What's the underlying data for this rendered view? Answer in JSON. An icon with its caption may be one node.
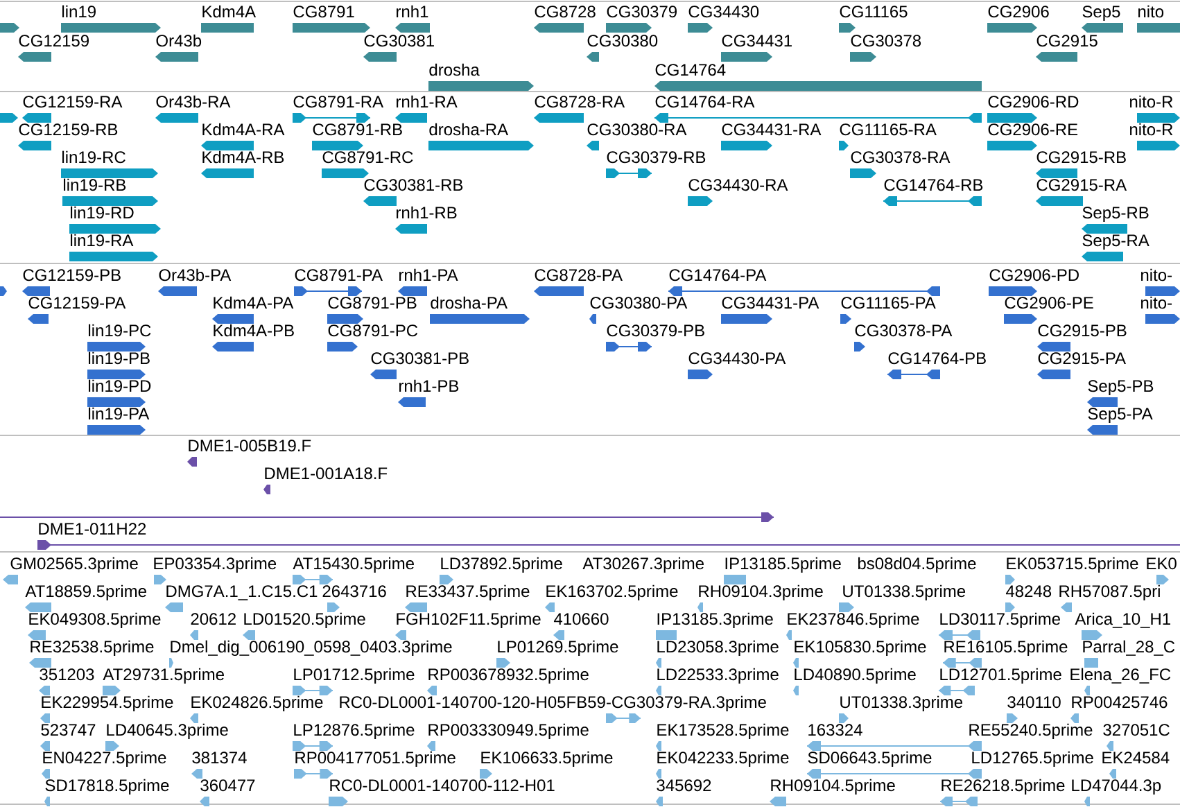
{
  "diagram": {
    "labels": [
      "lin19",
      "Kdm4A",
      "CG8791",
      "rnh1",
      "CG8728",
      "CG30379",
      "CG34430",
      "CG11165",
      "CG2906",
      "Sep5",
      "nito",
      "CG12159",
      "Or43b",
      "CG30381",
      "CG30380",
      "CG34431",
      "CG30378",
      "CG2915",
      "drosha",
      "CG14764",
      "CG12159-RA",
      "Or43b-RA",
      "CG8791-RA",
      "rnh1-RA",
      "CG8728-RA",
      "CG14764-RA",
      "CG2906-RD",
      "nito-R",
      "CG12159-RB",
      "Kdm4A-RA",
      "CG8791-RB",
      "drosha-RA",
      "CG30380-RA",
      "CG34431-RA",
      "CG11165-RA",
      "CG2906-RE",
      "nito-R",
      "lin19-RC",
      "Kdm4A-RB",
      "CG8791-RC",
      "CG30379-RB",
      "CG30378-RA",
      "CG2915-RB",
      "lin19-RB",
      "CG30381-RB",
      "CG34430-RA",
      "CG14764-RB",
      "CG2915-RA",
      "lin19-RD",
      "rnh1-RB",
      "Sep5-RB",
      "lin19-RA",
      "Sep5-RA",
      "CG12159-PB",
      "Or43b-PA",
      "CG8791-PA",
      "rnh1-PA",
      "CG8728-PA",
      "CG14764-PA",
      "CG2906-PD",
      "nito-",
      "CG12159-PA",
      "Kdm4A-PA",
      "CG8791-PB",
      "drosha-PA",
      "CG30380-PA",
      "CG34431-PA",
      "CG11165-PA",
      "CG2906-PE",
      "nito-",
      "lin19-PC",
      "Kdm4A-PB",
      "CG8791-PC",
      "CG30379-PB",
      "CG30378-PA",
      "CG2915-PB",
      "lin19-PB",
      "CG30381-PB",
      "CG34430-PA",
      "CG14764-PB",
      "CG2915-PA",
      "lin19-PD",
      "rnh1-PB",
      "Sep5-PB",
      "lin19-PA",
      "Sep5-PA",
      "DME1-005B19.F",
      "DME1-001A18.F",
      "DME1-011H22",
      "GM02565.3prime",
      "EP03354.3prime",
      "AT15430.5prime",
      "LD37892.5prime",
      "AT30267.3prime",
      "IP13185.5prime",
      "bs08d04.5prime",
      "EK053715.5prime",
      "EK0",
      "AT18859.5prime",
      "DMG7A.1_1.C15.C1",
      "2643716",
      "RE33437.5prime",
      "EK163702.5prime",
      "RH09104.3prime",
      "UT01338.5prime",
      "48248",
      "RH57087.5pri",
      "EK049308.5prime",
      "20612",
      "LD01520.5prime",
      "FGH102F11.5prime",
      "410660",
      "IP13185.3prime",
      "EK237846.5prime",
      "LD30117.5prime",
      "Arica_10_H1",
      "RE32538.5prime",
      "Dmel_dig_006190_0598_0403.3prime",
      "LP01269.5prime",
      "LD23058.3prime",
      "EK105830.5prime",
      "RE16105.5prime",
      "Parral_28_C",
      "351203",
      "AT29731.5prime",
      "LP01712.5prime",
      "RP003678932.5prime",
      "LD22533.3prime",
      "LD40890.5prime",
      "LD12701.5prime",
      "Elena_26_FC",
      "EK229954.5prime",
      "EK024826.5prime",
      "RC0-DL0001-140700-120-H05FB59-CG30379-RA.3prime",
      "UT01338.3prime",
      "340110",
      "RP00425746",
      "523747",
      "LD40645.3prime",
      "LP12876.5prime",
      "RP003330949.5prime",
      "EK173528.5prime",
      "163324",
      "RE55240.5prime",
      "327051C",
      "EN04227.5prime",
      "381374",
      "RP004177051.5prime",
      "EK106633.5prime",
      "EK042233.5prime",
      "SD06643.5prime",
      "LD12765.5prime",
      "EK24584",
      "SD17818.5prime",
      "360477",
      "RC0-DL0001-140700-112-H01",
      "345692",
      "RH09104.5prime",
      "RE26218.5prime",
      "LD47044.3p"
    ]
  }
}
